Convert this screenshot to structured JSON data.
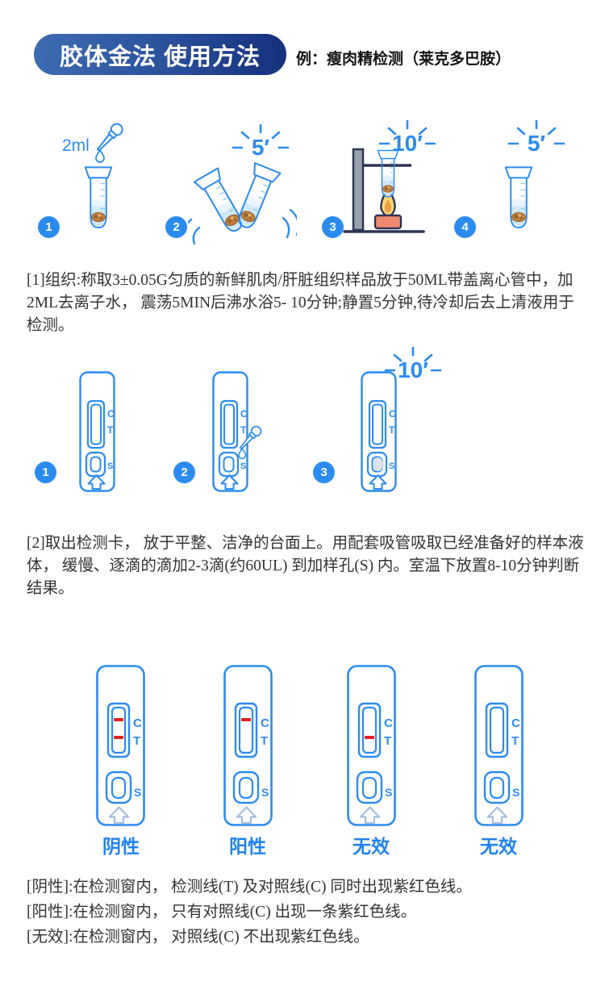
{
  "banner": {
    "title": "胶体金法 使用方法",
    "example": "例：瘦肉精检测（莱克多巴胺）"
  },
  "procedure1": {
    "volume_label": "2ml",
    "badges": [
      "1",
      "2",
      "3",
      "4"
    ],
    "timer_shake": "5′",
    "timer_boil": "10′",
    "timer_rest": "5′",
    "text": "[1]组织:称取3±0.05G匀质的新鲜肌肉/肝脏组织样品放于50ML带盖离心管中，加2ML去离子水， 震荡5MIN后沸水浴5- 10分钟;静置5分钟,待冷却后去上清液用于检测。"
  },
  "procedure2": {
    "badges": [
      "1",
      "2",
      "3"
    ],
    "timer_wait": "10′",
    "text": "[2]取出检测卡， 放于平整、洁净的台面上。用配套吸管吸取已经准备好的样本液体， 缓慢、逐滴的滴加2-3滴(约60UL) 到加样孔(S) 内。室温下放置8-10分钟判断结果。"
  },
  "cassette": {
    "c": "C",
    "t": "T",
    "s": "S"
  },
  "results": [
    {
      "label": "阴性",
      "lines": [
        "C",
        "T"
      ]
    },
    {
      "label": "阳性",
      "lines": [
        "C"
      ]
    },
    {
      "label": "无效",
      "lines": [
        "T"
      ]
    },
    {
      "label": "无效",
      "lines": []
    }
  ],
  "notes": [
    "[阴性]:在检测窗内， 检测线(T) 及对照线(C) 同时出现紫红色线。",
    "[阳性]:在检测窗内， 只有对照线(C) 出现一条紫红色线。",
    "[无效]:在检测窗内， 对照线(C) 不出现紫红色线。"
  ],
  "colors": {
    "accent_blue": "#2b8cf0",
    "banner_left": "#3e6cb3",
    "banner_right": "#16307d",
    "red_line": "#e5201e",
    "label_blue": "#1f82f0"
  }
}
